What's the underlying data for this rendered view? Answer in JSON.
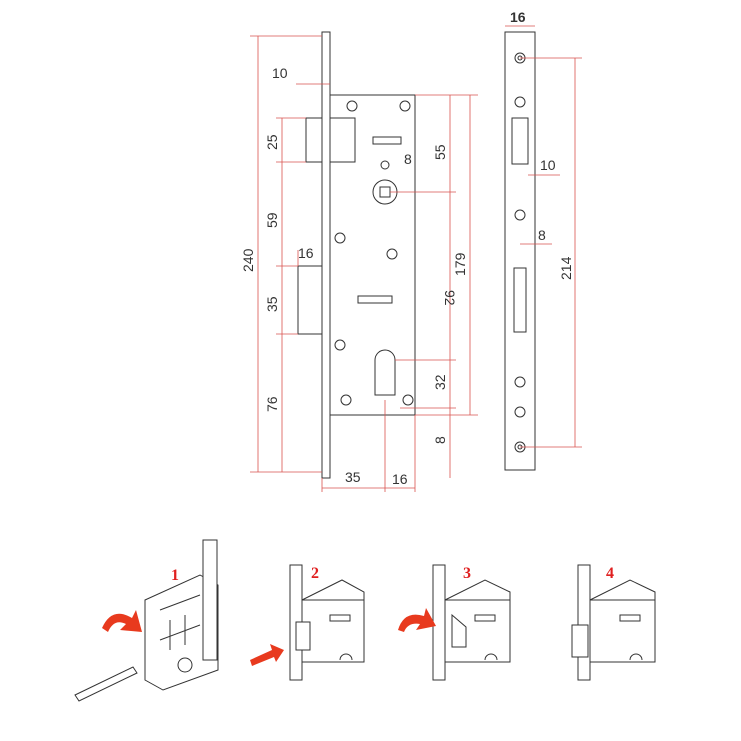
{
  "dimensions": {
    "faceplate_width": "16",
    "bolt_offset": "10",
    "latch_height": "25",
    "top_to_handle": "55",
    "handle_square": "8",
    "latch_to_bolt": "59",
    "bolt_throw": "16",
    "total_height": "240",
    "body_height": "179",
    "handle_to_cylinder": "92",
    "bolt_height": "35",
    "strike_slot": "10",
    "strike_offset": "8",
    "strike_height": "214",
    "cylinder_height": "32",
    "bottom_to_bolt": "76",
    "bottom_offset": "8",
    "backset": "35",
    "cylinder_offset": "16"
  },
  "steps": [
    "1",
    "2",
    "3",
    "4"
  ],
  "colors": {
    "dimension": "#d9534f",
    "step": "#e02020",
    "arrow": "#e83a1e"
  }
}
